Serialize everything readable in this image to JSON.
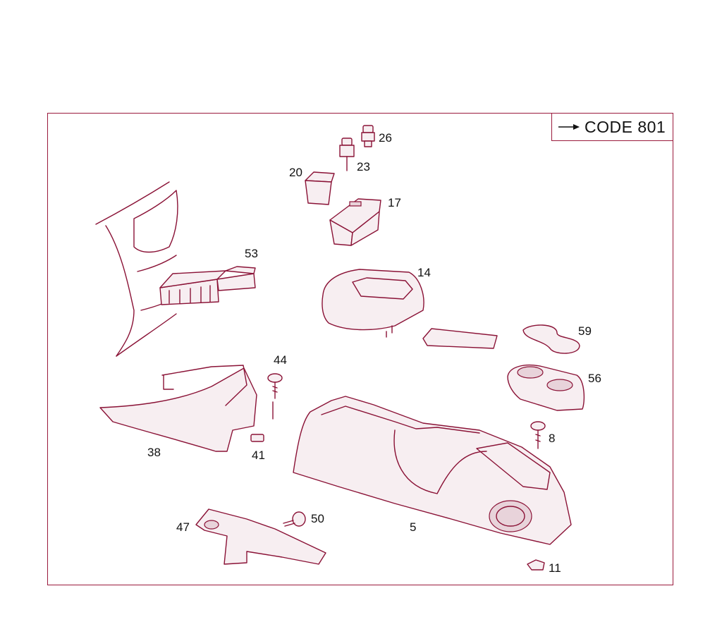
{
  "code_box": {
    "label": "CODE 801",
    "arrow_icon": "right-arrow-icon"
  },
  "colors": {
    "line": "#8a1236",
    "frame": "#9a1a3c",
    "text": "#111111"
  },
  "callouts": {
    "c26": "26",
    "c23": "23",
    "c20": "20",
    "c17": "17",
    "c53": "53",
    "c14": "14",
    "c59": "59",
    "c44": "44",
    "c56": "56",
    "c8": "8",
    "c38": "38",
    "c41": "41",
    "c47": "47",
    "c50": "50",
    "c5": "5",
    "c11": "11"
  }
}
